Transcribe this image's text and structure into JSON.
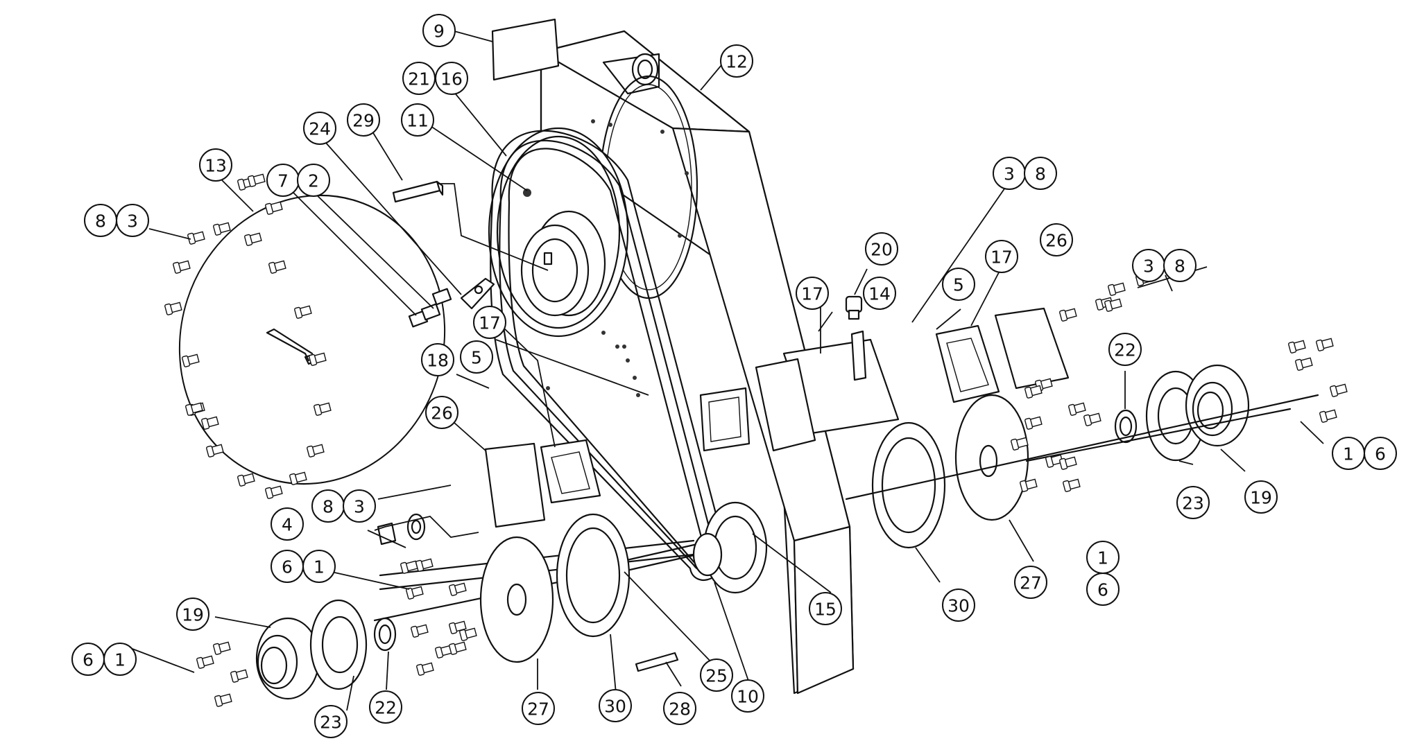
{
  "drawing": {
    "type": "exploded-assembly",
    "line_color": "#111111",
    "background": "#ffffff"
  },
  "callouts": [
    {
      "id": "c9",
      "label": "9"
    },
    {
      "id": "c12",
      "label": "12"
    },
    {
      "id": "c21",
      "label": "21"
    },
    {
      "id": "c16",
      "label": "16"
    },
    {
      "id": "c11",
      "label": "11"
    },
    {
      "id": "c29",
      "label": "29"
    },
    {
      "id": "c24",
      "label": "24"
    },
    {
      "id": "c13",
      "label": "13"
    },
    {
      "id": "c7",
      "label": "7"
    },
    {
      "id": "c2",
      "label": "2"
    },
    {
      "id": "c8a",
      "label": "8"
    },
    {
      "id": "c3a",
      "label": "3"
    },
    {
      "id": "c3b",
      "label": "3"
    },
    {
      "id": "c8b",
      "label": "8"
    },
    {
      "id": "c20",
      "label": "20"
    },
    {
      "id": "c26a",
      "label": "26"
    },
    {
      "id": "c17a",
      "label": "17"
    },
    {
      "id": "c3c",
      "label": "3"
    },
    {
      "id": "c8c",
      "label": "8"
    },
    {
      "id": "c17b",
      "label": "17"
    },
    {
      "id": "c14",
      "label": "14"
    },
    {
      "id": "c5a",
      "label": "5"
    },
    {
      "id": "c22a",
      "label": "22"
    },
    {
      "id": "c17c",
      "label": "17"
    },
    {
      "id": "c5b",
      "label": "5"
    },
    {
      "id": "c18",
      "label": "18"
    },
    {
      "id": "c26b",
      "label": "26"
    },
    {
      "id": "c1a",
      "label": "1"
    },
    {
      "id": "c6a",
      "label": "6"
    },
    {
      "id": "c8d",
      "label": "8"
    },
    {
      "id": "c3d",
      "label": "3"
    },
    {
      "id": "c23a",
      "label": "23"
    },
    {
      "id": "c19a",
      "label": "19"
    },
    {
      "id": "c4",
      "label": "4"
    },
    {
      "id": "c1b",
      "label": "1"
    },
    {
      "id": "c6b",
      "label": "6"
    },
    {
      "id": "c6c",
      "label": "6"
    },
    {
      "id": "c1c",
      "label": "1"
    },
    {
      "id": "c27a",
      "label": "27"
    },
    {
      "id": "c30a",
      "label": "30"
    },
    {
      "id": "c15",
      "label": "15"
    },
    {
      "id": "c19b",
      "label": "19"
    },
    {
      "id": "c6d",
      "label": "6"
    },
    {
      "id": "c1d",
      "label": "1"
    },
    {
      "id": "c25",
      "label": "25"
    },
    {
      "id": "c10",
      "label": "10"
    },
    {
      "id": "c23b",
      "label": "23"
    },
    {
      "id": "c22b",
      "label": "22"
    },
    {
      "id": "c27b",
      "label": "27"
    },
    {
      "id": "c30b",
      "label": "30"
    },
    {
      "id": "c28",
      "label": "28"
    }
  ]
}
